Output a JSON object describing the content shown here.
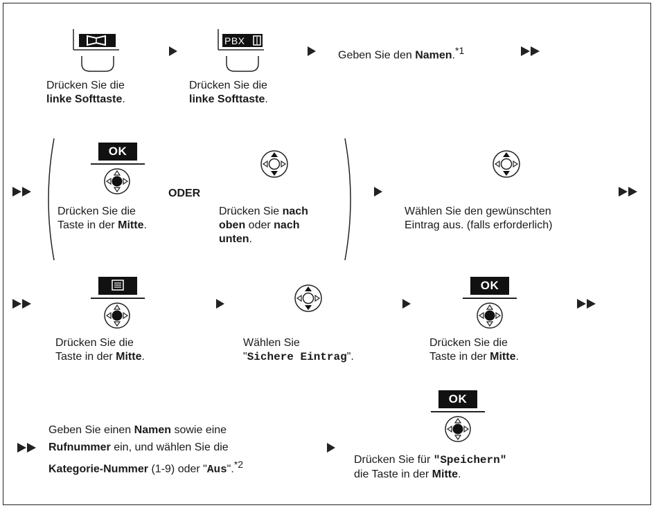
{
  "frame": {
    "border_color": "#222222",
    "background": "#ffffff"
  },
  "icons": {
    "phonebook_key": "phonebook-icon",
    "pbx_phonebook_key": "pbx-phonebook-icon",
    "menu_key": "menu-list-icon",
    "navigator": "navigator-key-icon"
  },
  "row1": {
    "pbx_label": "PBX",
    "step1": {
      "line1": "Drücken Sie die",
      "line2_bold": "linke Softtaste",
      "line2_end": "."
    },
    "step2": {
      "line1": "Drücken Sie die",
      "line2_bold": "linke Softtaste",
      "line2_end": "."
    },
    "step3": {
      "pre": "Geben Sie den ",
      "bold": "Namen",
      "post": ".",
      "footnote": "*1"
    }
  },
  "row2": {
    "ok_label": "OK",
    "oder": "ODER",
    "opt1": {
      "line1": "Drücken Sie die",
      "line2_pre": "Taste in der ",
      "line2_bold": "Mitte",
      "line2_end": "."
    },
    "opt2": {
      "line1_pre": "Drücken Sie ",
      "line1_bold": "nach",
      "line2_bold1": "oben",
      "line2_mid": " oder ",
      "line2_bold2": "nach",
      "line3_bold": "unten",
      "line3_end": "."
    },
    "step": {
      "line1": "Wählen Sie den gewünschten",
      "line2": "Eintrag aus. (falls erforderlich)"
    }
  },
  "row3": {
    "ok_label": "OK",
    "step1": {
      "line1": "Drücken Sie die",
      "line2_pre": "Taste in der ",
      "line2_bold": "Mitte",
      "line2_end": "."
    },
    "step2": {
      "line1": "Wählen Sie",
      "line2_q1": "\"",
      "line2_mono": "Sichere Eintrag",
      "line2_q2": "\"",
      "line2_end": "."
    },
    "step3": {
      "line1": "Drücken Sie die",
      "line2_pre": "Taste in der ",
      "line2_bold": "Mitte",
      "line2_end": "."
    }
  },
  "row4": {
    "ok_label": "OK",
    "step1": {
      "line1_pre": "Geben Sie einen ",
      "line1_bold": "Namen",
      "line1_post": " sowie eine",
      "line2_bold": "Rufnummer",
      "line2_post": " ein, und wählen Sie die",
      "line3_bold": "Kategorie-Nummer",
      "line3_mid": " (1-9) oder ",
      "line3_q1": "\"",
      "line3_mono": "Aus",
      "line3_q2": "\"",
      "line3_end": ".",
      "footnote": "*2"
    },
    "step2": {
      "line1_pre": "Drücken Sie für ",
      "line1_mono": "\"Speichern\"",
      "line2_pre": "die Taste in der ",
      "line2_bold": "Mitte",
      "line2_end": "."
    }
  }
}
